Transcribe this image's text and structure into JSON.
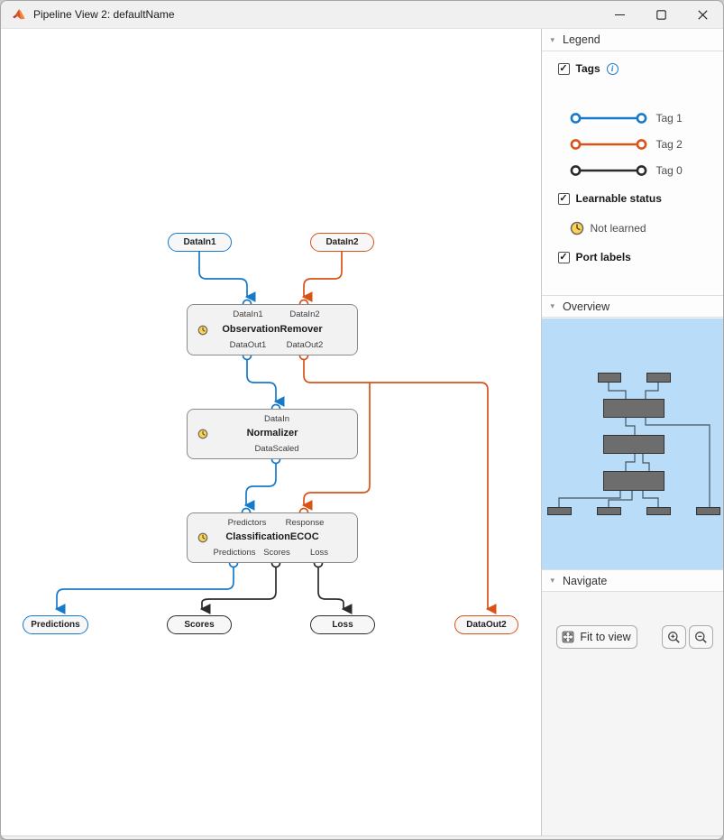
{
  "window": {
    "title": "Pipeline View 2: defaultName",
    "icons": {
      "app": "matlab-logo",
      "minimize": "minimize",
      "maximize": "maximize",
      "close": "close"
    }
  },
  "canvas": {
    "source_nodes": [
      {
        "label": "DataIn1",
        "color": "#1779c9"
      },
      {
        "label": "DataIn2",
        "color": "#d95319"
      }
    ],
    "sink_nodes": [
      {
        "label": "Predictions",
        "color": "#1779c9"
      },
      {
        "label": "Scores",
        "color": "#2b2b2b"
      },
      {
        "label": "Loss",
        "color": "#2b2b2b"
      },
      {
        "label": "DataOut2",
        "color": "#d95319"
      }
    ],
    "blocks": [
      {
        "title": "ObservationRemover",
        "status": "not-learned",
        "inputs": [
          "DataIn1",
          "DataIn2"
        ],
        "outputs": [
          "DataOut1",
          "DataOut2"
        ]
      },
      {
        "title": "Normalizer",
        "status": "not-learned",
        "inputs": [
          "DataIn"
        ],
        "outputs": [
          "DataScaled"
        ]
      },
      {
        "title": "ClassificationECOC",
        "status": "not-learned",
        "inputs": [
          "Predictors",
          "Response"
        ],
        "outputs": [
          "Predictions",
          "Scores",
          "Loss"
        ]
      }
    ]
  },
  "legend": {
    "header": "Legend",
    "tags_label": "Tags",
    "tags": [
      {
        "label": "Tag 1",
        "color": "#1779c9"
      },
      {
        "label": "Tag 2",
        "color": "#d95319"
      },
      {
        "label": "Tag 0",
        "color": "#2b2b2b"
      }
    ],
    "learnable_label": "Learnable status",
    "not_learned_label": "Not learned",
    "port_labels_label": "Port labels"
  },
  "overview": {
    "header": "Overview"
  },
  "navigate": {
    "header": "Navigate",
    "fit_button": "Fit to view"
  },
  "colors": {
    "tag1_blue": "#1779c9",
    "tag2_orange": "#d95319",
    "tag0_black": "#2b2b2b",
    "minimap_bg": "#b9ddf9",
    "block_fill": "#f2f2f2",
    "panel_bg": "#f7f7f7",
    "not_learned_yellow": "#ffd34d"
  }
}
